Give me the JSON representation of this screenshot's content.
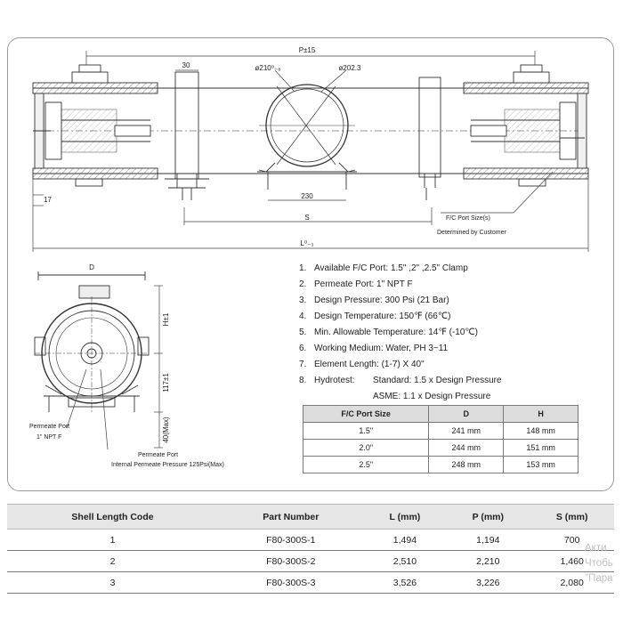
{
  "drawing": {
    "dim_p": "P±15",
    "dim_30": "30",
    "dim_dia_inner": "ø210⁰₋₈",
    "dim_dia_outer": "ø202.3",
    "dim_230": "230",
    "dim_s": "S",
    "dim_l": "L⁰₋₃",
    "dim_17": "17",
    "fc_note_line1": "F/C Port Size(s)",
    "fc_note_line2": "Determined by Customer",
    "dim_d": "D",
    "dim_h": "H±1",
    "dim_117": "117±1",
    "dim_40max": "40(Max)",
    "permeate_port_left_line1": "Permeate Port",
    "permeate_port_left_line2": "1\" NPT F",
    "permeate_port_bottom_line1": "Permeate Port",
    "permeate_port_bottom_line2": "Internal Permeate Pressure 125Psi(Max)"
  },
  "specs": [
    {
      "num": "1.",
      "text": "Available F/C Port: 1.5\" ,2\" ,2.5\" Clamp"
    },
    {
      "num": "2.",
      "text": "Permeate Port: 1\" NPT F"
    },
    {
      "num": "3.",
      "text": "Design Pressure: 300 Psi (21 Bar)"
    },
    {
      "num": "4.",
      "text": "Design Temperature: 150℉ (66℃)"
    },
    {
      "num": "5.",
      "text": "Min. Allowable Temperature: 14℉ (-10℃)"
    },
    {
      "num": "6.",
      "text": "Working Medium: Water, PH 3~11"
    },
    {
      "num": "7.",
      "text": "Element Length: (1-7) X 40\""
    }
  ],
  "hydrotest": {
    "num": "8.",
    "label": "Hydrotest:",
    "standard": "Standard: 1.5 x Design Pressure",
    "asme": "ASME: 1.1 x Design Pressure"
  },
  "size_table": {
    "headers": [
      "F/C Port Size",
      "D",
      "H"
    ],
    "rows": [
      [
        "1.5\"",
        "241 mm",
        "148 mm"
      ],
      [
        "2.0\"",
        "244 mm",
        "151 mm"
      ],
      [
        "2.5\"",
        "248 mm",
        "153 mm"
      ]
    ]
  },
  "shell_table": {
    "headers": [
      "Shell Length Code",
      "Part Number",
      "L (mm)",
      "P (mm)",
      "S (mm)"
    ],
    "rows": [
      [
        "1",
        "F80-300S-1",
        "1,494",
        "1,194",
        "700"
      ],
      [
        "2",
        "F80-300S-2",
        "2,510",
        "2,210",
        "1,460"
      ],
      [
        "3",
        "F80-300S-3",
        "3,526",
        "3,226",
        "2,080"
      ]
    ]
  },
  "watermark": {
    "line1": "Акти",
    "line2": "Чтобь",
    "line3": "\"Пара"
  }
}
